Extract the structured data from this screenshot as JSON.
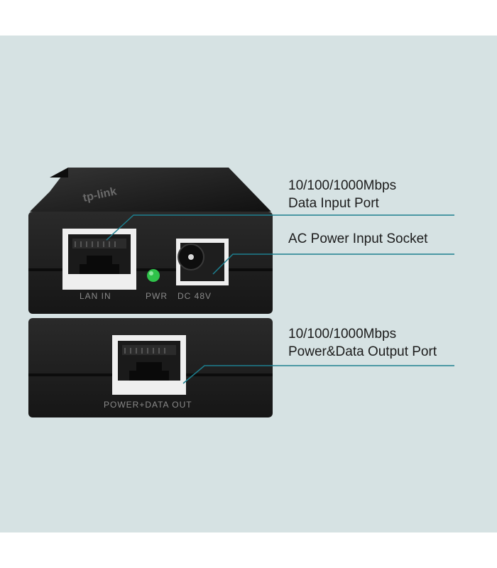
{
  "device": {
    "brand_logo": "tp-link",
    "port_labels": {
      "lan_in": "LAN IN",
      "pwr": "PWR",
      "dc_48v": "DC 48V",
      "power_data_out": "POWER+DATA OUT"
    },
    "led_color": "#2fc24a"
  },
  "callouts": {
    "data_input": {
      "line1": "10/100/1000Mbps",
      "line2": "Data Input Port"
    },
    "ac_power": {
      "line1": "AC Power Input Socket"
    },
    "output": {
      "line1": "10/100/1000Mbps",
      "line2": "Power&Data Output Port"
    }
  },
  "colors": {
    "background_panel": "#d6e2e3",
    "device_body": "#1f1f1f",
    "leader_line": "#1d7f8f"
  }
}
